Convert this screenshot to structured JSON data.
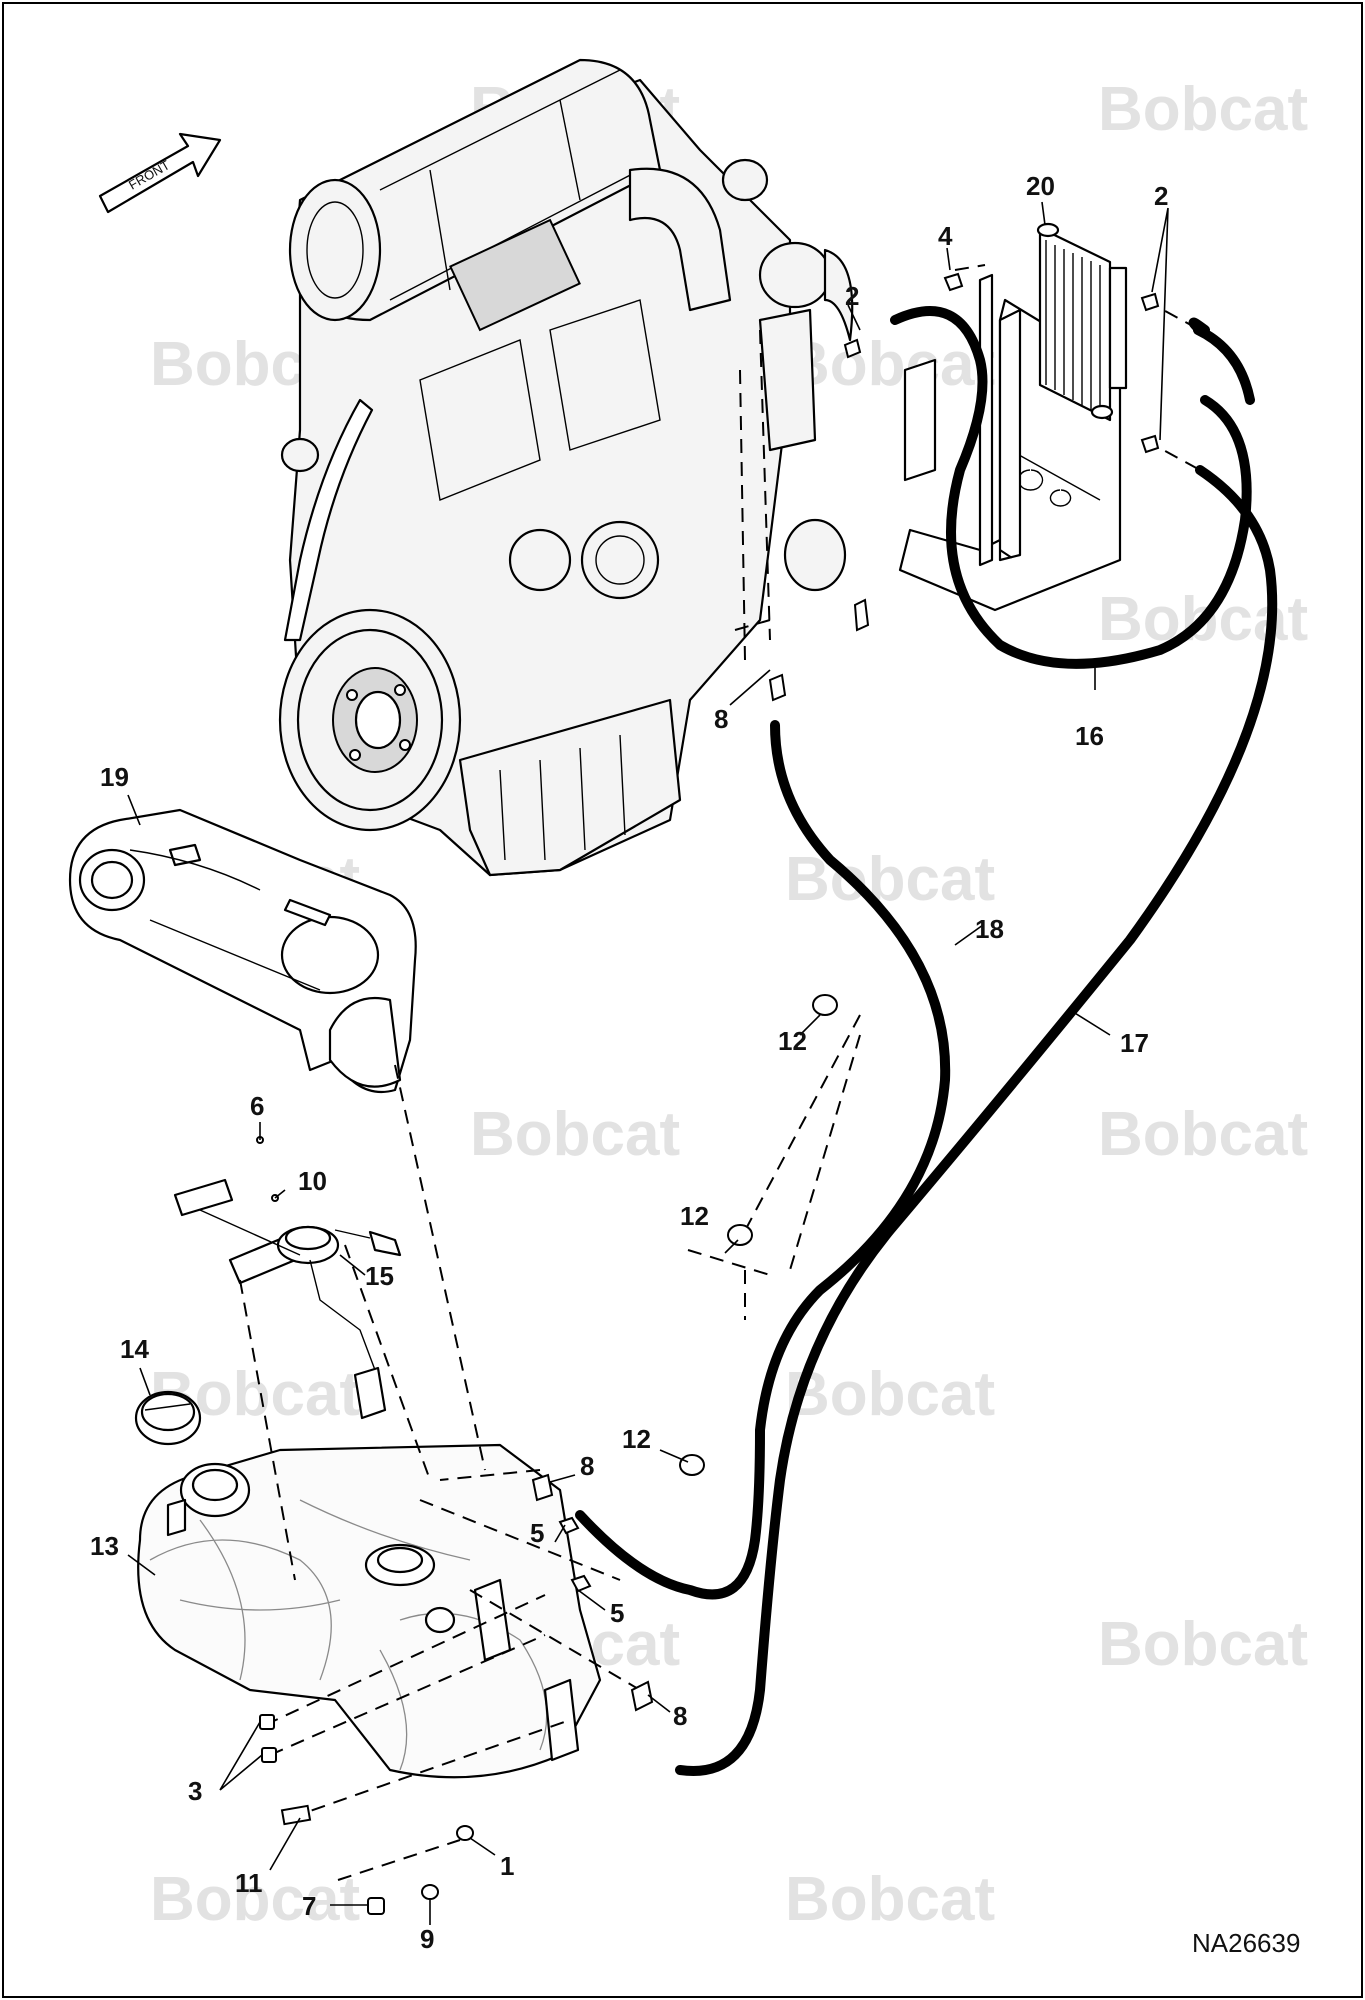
{
  "watermark": {
    "brand": "Bobcat"
  },
  "front_arrow": {
    "label": "FRONT"
  },
  "drawing_code": "NA26639",
  "callouts": [
    {
      "id": "c1",
      "label": "1"
    },
    {
      "id": "c2a",
      "label": "2"
    },
    {
      "id": "c2b",
      "label": "2"
    },
    {
      "id": "c3",
      "label": "3"
    },
    {
      "id": "c4",
      "label": "4"
    },
    {
      "id": "c5a",
      "label": "5"
    },
    {
      "id": "c5b",
      "label": "5"
    },
    {
      "id": "c6",
      "label": "6"
    },
    {
      "id": "c7",
      "label": "7"
    },
    {
      "id": "c8a",
      "label": "8"
    },
    {
      "id": "c8b",
      "label": "8"
    },
    {
      "id": "c8c",
      "label": "8"
    },
    {
      "id": "c9",
      "label": "9"
    },
    {
      "id": "c10",
      "label": "10"
    },
    {
      "id": "c11",
      "label": "11"
    },
    {
      "id": "c12a",
      "label": "12"
    },
    {
      "id": "c12b",
      "label": "12"
    },
    {
      "id": "c12c",
      "label": "12"
    },
    {
      "id": "c13",
      "label": "13"
    },
    {
      "id": "c14",
      "label": "14"
    },
    {
      "id": "c15",
      "label": "15"
    },
    {
      "id": "c16",
      "label": "16"
    },
    {
      "id": "c17",
      "label": "17"
    },
    {
      "id": "c18",
      "label": "18"
    },
    {
      "id": "c19",
      "label": "19"
    },
    {
      "id": "c20",
      "label": "20"
    }
  ]
}
